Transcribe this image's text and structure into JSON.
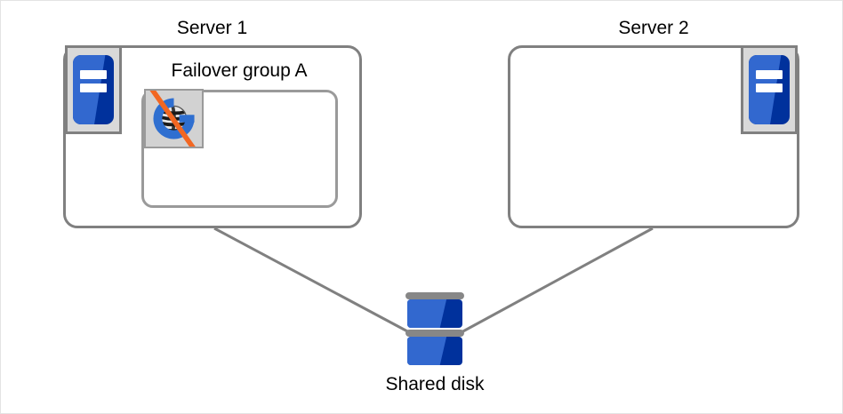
{
  "diagram": {
    "title_server1": "Server 1",
    "title_server2": "Server 2",
    "group_label": "Failover group A",
    "disk_label": "Shared disk",
    "colors": {
      "box_border": "#808080",
      "group_border": "#9a9a9a",
      "icon_blue_dark": "#00319c",
      "icon_blue_light": "#3268cf",
      "icon_gray_bg": "#d9d9d9",
      "slash_orange": "#f26722",
      "connector_gray": "#808080",
      "canvas_bg": "#ffffff"
    },
    "icons": {
      "server": "server-icon",
      "failover_group": "failover-group-icon",
      "disabled_slash": "disabled-slash-icon",
      "shared_disk": "shared-disk-icon"
    },
    "connectors": [
      {
        "name": "server1-to-disk",
        "from": "Server 1",
        "to": "Shared disk"
      },
      {
        "name": "server2-to-disk",
        "from": "Server 2",
        "to": "Shared disk"
      }
    ]
  }
}
